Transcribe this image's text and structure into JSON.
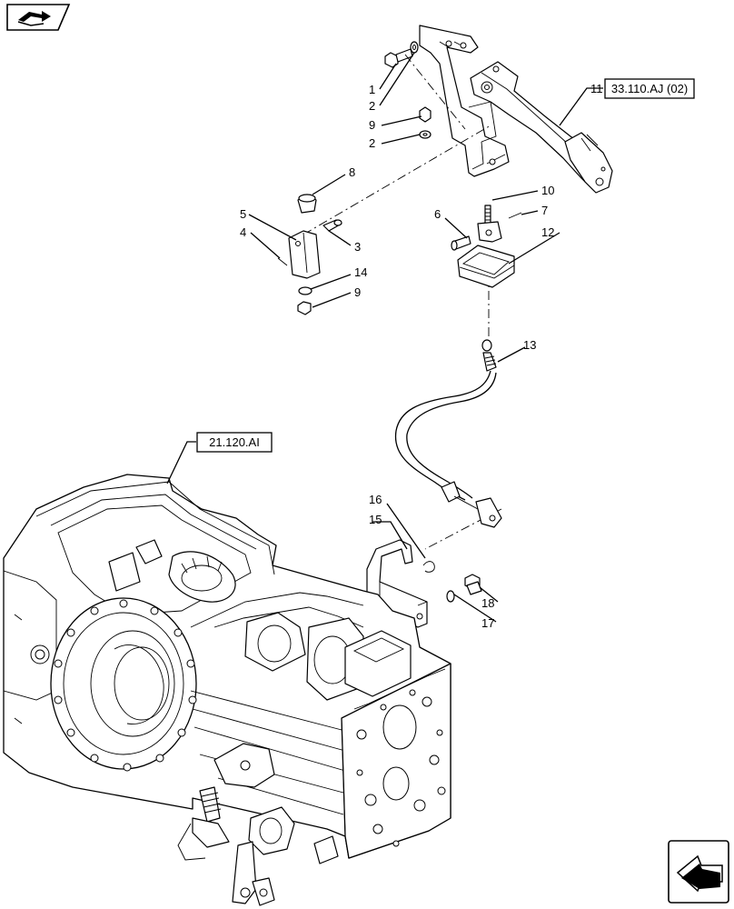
{
  "header_icon": {
    "name": "book-arrow-icon"
  },
  "footer_icon": {
    "name": "navigation-arrow-icon"
  },
  "reference_boxes": [
    {
      "id": "ref-33110",
      "label": "33.110.AJ (02)"
    },
    {
      "id": "ref-21120",
      "label": "21.120.AI"
    }
  ],
  "callouts": [
    {
      "id": "c1",
      "label": "1"
    },
    {
      "id": "c2a",
      "label": "2"
    },
    {
      "id": "c9a",
      "label": "9"
    },
    {
      "id": "c2b",
      "label": "2"
    },
    {
      "id": "c8",
      "label": "8"
    },
    {
      "id": "c5",
      "label": "5"
    },
    {
      "id": "c4",
      "label": "4"
    },
    {
      "id": "c3",
      "label": "3"
    },
    {
      "id": "c14",
      "label": "14"
    },
    {
      "id": "c9b",
      "label": "9"
    },
    {
      "id": "c11",
      "label": "11"
    },
    {
      "id": "c10",
      "label": "10"
    },
    {
      "id": "c6",
      "label": "6"
    },
    {
      "id": "c7",
      "label": "7"
    },
    {
      "id": "c12",
      "label": "12"
    },
    {
      "id": "c13",
      "label": "13"
    },
    {
      "id": "c16",
      "label": "16"
    },
    {
      "id": "c15",
      "label": "15"
    },
    {
      "id": "c18",
      "label": "18"
    },
    {
      "id": "c17",
      "label": "17"
    }
  ]
}
